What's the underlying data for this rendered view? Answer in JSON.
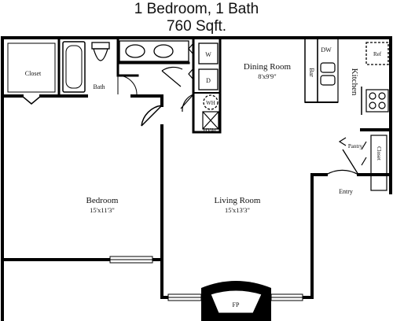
{
  "title": {
    "line1": "1 Bedroom, 1 Bath",
    "line2": "760 Sqft."
  },
  "rooms": {
    "bedroom": {
      "label": "Bedroom",
      "dim": "15'x11'3\""
    },
    "living": {
      "label": "Living Room",
      "dim": "15'x13'3\""
    },
    "dining": {
      "label": "Dining Room",
      "dim": "8'x9'9\""
    },
    "kitchen": "Kitchen",
    "bath": "Bath",
    "closet_bedroom": "Closet",
    "closet_entry": "Closet",
    "pantry": "Pantry",
    "entry": "Entry"
  },
  "fixtures": {
    "washer": "W",
    "dryer": "D",
    "water_heater": "WH",
    "hvac": "HVAC",
    "dishwasher": "DW",
    "bar": "Bar",
    "refrigerator": "Ref",
    "fireplace": "FP"
  }
}
